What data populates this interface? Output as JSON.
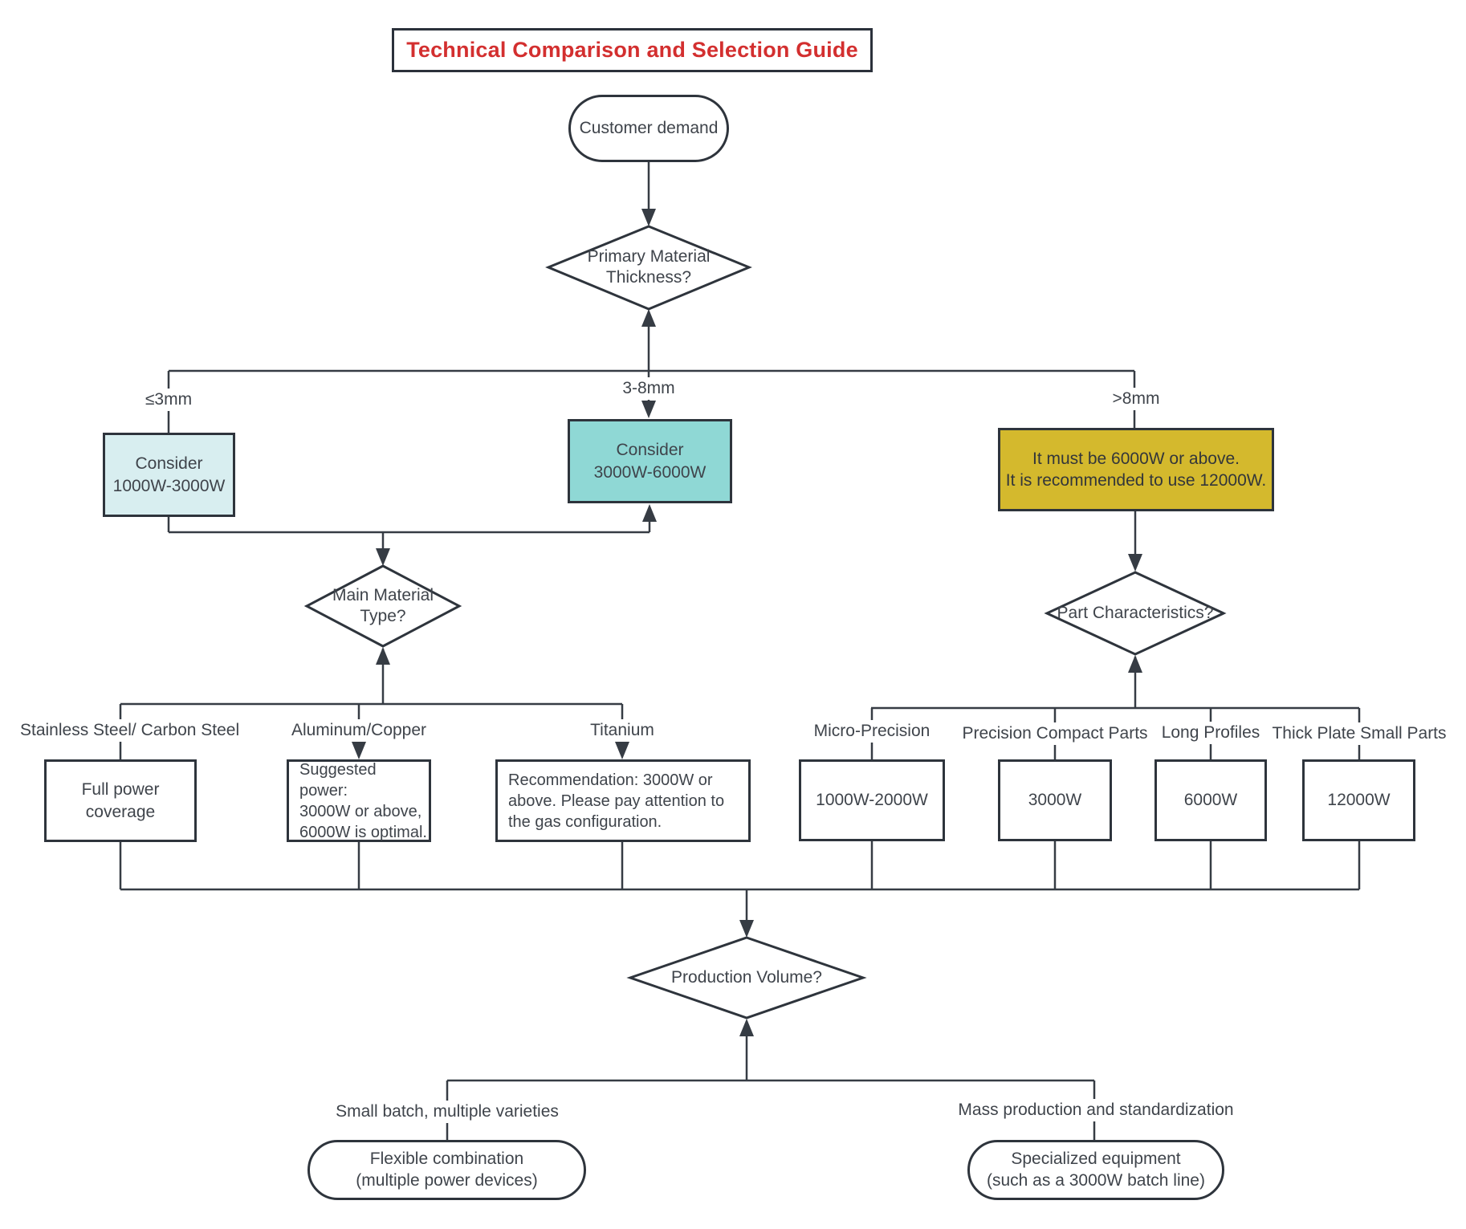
{
  "colors": {
    "title_red": "#d32f2f",
    "line_dark": "#363c44",
    "light_blue_box": "#d8eef0",
    "teal_box": "#8fd8d5",
    "gold_box": "#d4b92d"
  },
  "title": {
    "label": "Technical Comparison and Selection Guide"
  },
  "flow": {
    "start": {
      "label": "Customer demand"
    },
    "thickness_decision": {
      "label": "Primary Material\nThickness?"
    },
    "thickness_branches": {
      "lte3": {
        "label": "≤3mm",
        "box": "Consider\n1000W-3000W"
      },
      "mid": {
        "label": "3-8mm",
        "box": "Consider\n3000W-6000W"
      },
      "gt8": {
        "label": ">8mm",
        "box": "It must be 6000W or above.\nIt is recommended to use 12000W."
      }
    },
    "material_decision": {
      "label": "Main Material\nType?"
    },
    "materials": [
      {
        "label": "Stainless Steel/ Carbon Steel",
        "box": "Full power coverage"
      },
      {
        "label": "Aluminum/Copper",
        "box": "Suggested power:\n3000W or above,\n6000W is optimal."
      },
      {
        "label": "Titanium",
        "box": "Recommendation: 3000W or\nabove. Please pay attention to\nthe gas configuration."
      }
    ],
    "part_decision": {
      "label": "Part Characteristics?"
    },
    "parts": [
      {
        "label": "Micro-Precision",
        "box": "1000W-2000W"
      },
      {
        "label": "Precision Compact Parts",
        "box": "3000W"
      },
      {
        "label": "Long Profiles",
        "box": "6000W"
      },
      {
        "label": "Thick Plate Small Parts",
        "box": "12000W"
      }
    ],
    "volume_decision": {
      "label": "Production Volume?"
    },
    "volume_branches": [
      {
        "label": "Small batch, multiple varieties",
        "box": "Flexible combination\n(multiple power devices)"
      },
      {
        "label": "Mass production and standardization",
        "box": "Specialized equipment\n(such as a 3000W batch line)"
      }
    ]
  }
}
